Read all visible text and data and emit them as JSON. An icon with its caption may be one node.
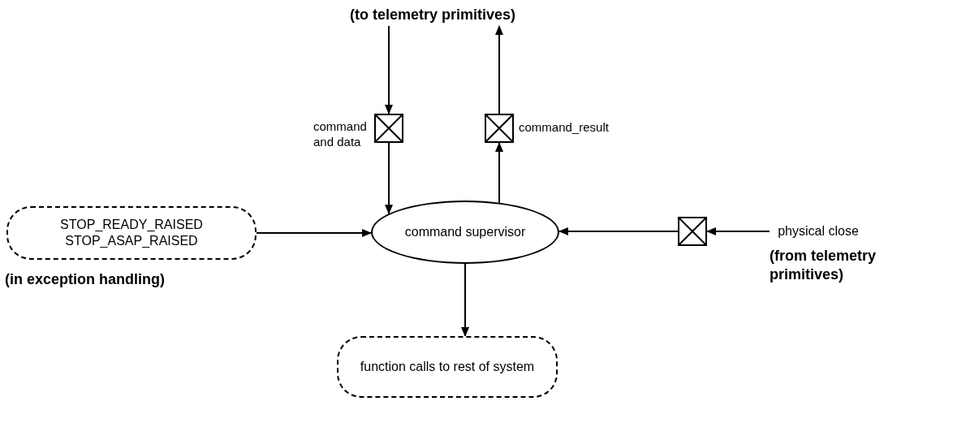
{
  "diagram": {
    "nodes": [
      {
        "text": [
          "(to telemetry primitives)"
        ]
      },
      {
        "text": [],
        "shape": "box",
        "beside": [
          "command and data"
        ]
      },
      {
        "text": [],
        "shape": "box",
        "beside": [
          "command_result"
        ]
      },
      {
        "text": [
          "STOP_READY_RAISED",
          "STOP_ASAP_RAISED"
        ],
        "beside": [
          "(in exception handling)"
        ]
      },
      {
        "text": [
          "command supervisor"
        ]
      },
      {
        "text": [],
        "shape": "box"
      },
      {
        "text": [
          "physical close"
        ],
        "beside": [
          "(from telemetry primitives)"
        ]
      },
      {
        "text": [
          "function calls to rest of system"
        ]
      }
    ],
    "edges": [
      {
        "from": 0,
        "to": 1,
        "arrow": "to"
      },
      {
        "from": 1,
        "to": 4,
        "arrow": "to"
      },
      {
        "from": 4,
        "to": 2,
        "arrow": "to"
      },
      {
        "from": 2,
        "to": 0,
        "arrow": "to"
      },
      {
        "from": 3,
        "to": 4,
        "arrow": "to"
      },
      {
        "from": 6,
        "to": 5,
        "arrow": "to"
      },
      {
        "from": 5,
        "to": 4,
        "arrow": "to"
      },
      {
        "from": 4,
        "to": 7,
        "arrow": "to"
      }
    ]
  }
}
